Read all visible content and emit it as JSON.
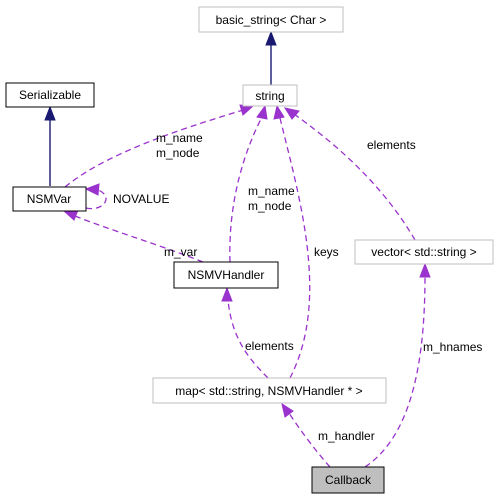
{
  "nodes": {
    "basic_string": "basic_string< Char >",
    "string": "string",
    "serializable": "Serializable",
    "nsmvar": "NSMVar",
    "vector_string": "vector< std::string >",
    "nsmvhandler": "NSMVHandler",
    "map_handler": "map< std::string, NSMVHandler * >",
    "callback": "Callback"
  },
  "edge_labels": {
    "nsmvar_string": [
      "m_name",
      "m_node"
    ],
    "handler_string": [
      "m_name",
      "m_node"
    ],
    "nsmvar_self": "NOVALUE",
    "vector_string": "elements",
    "map_string": "keys",
    "handler_nsmvar": "m_var",
    "map_handler": "elements",
    "callback_vector": "m_hnames",
    "callback_map": "m_handler"
  },
  "colors": {
    "inheritance": "#191970",
    "usage": "#9a32cd",
    "focus_fill": "#bfbfbf",
    "weak_border": "#bfbfbf"
  }
}
